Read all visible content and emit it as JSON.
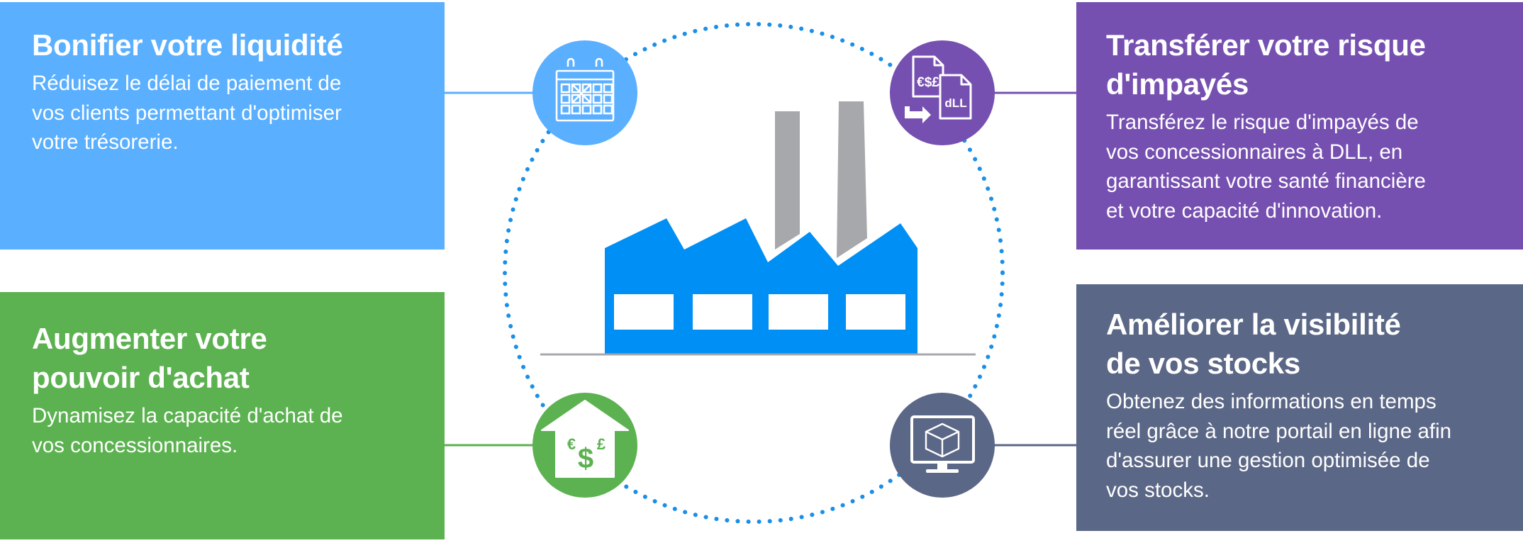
{
  "colors": {
    "liquidity": "#5aafff",
    "purchase": "#5cb250",
    "risk": "#7650b1",
    "stock": "#5b6786",
    "factory": "#008ff5",
    "chimney": "#a7a8ab",
    "dotted_ring": "#1a8fe8"
  },
  "liquidity": {
    "title": "Bonifier votre liquidité",
    "text": "Réduisez le délai de paiement de\nvos clients permettant d'optimiser\nvotre trésorerie.",
    "icon": "calendar-icon"
  },
  "purchase": {
    "title": "Augmenter votre\npouvoir d'achat",
    "text": "Dynamisez la capacité d'achat de\nvos concessionnaires.",
    "icon": "currency-up-arrow-icon",
    "icon_text": {
      "euro": "€",
      "dollar": "$",
      "pound": "£"
    }
  },
  "risk": {
    "title": "Transférer votre risque\nd'impayés",
    "text": "Transférez le risque d'impayés de\nvos concessionnaires à DLL, en\ngarantissant votre santé financière\net votre capacité d'innovation.",
    "icon": "document-transfer-icon",
    "icon_text": {
      "currency": "€$£",
      "brand": "dLL"
    }
  },
  "stock": {
    "title": "Améliorer la visibilité\nde vos stocks",
    "text": "Obtenez des informations en temps\nréel grâce à notre portail en ligne afin\nd'assurer une gestion optimisée de\nvos stocks.",
    "icon": "monitor-box-icon"
  },
  "center": {
    "icon": "factory-icon"
  }
}
